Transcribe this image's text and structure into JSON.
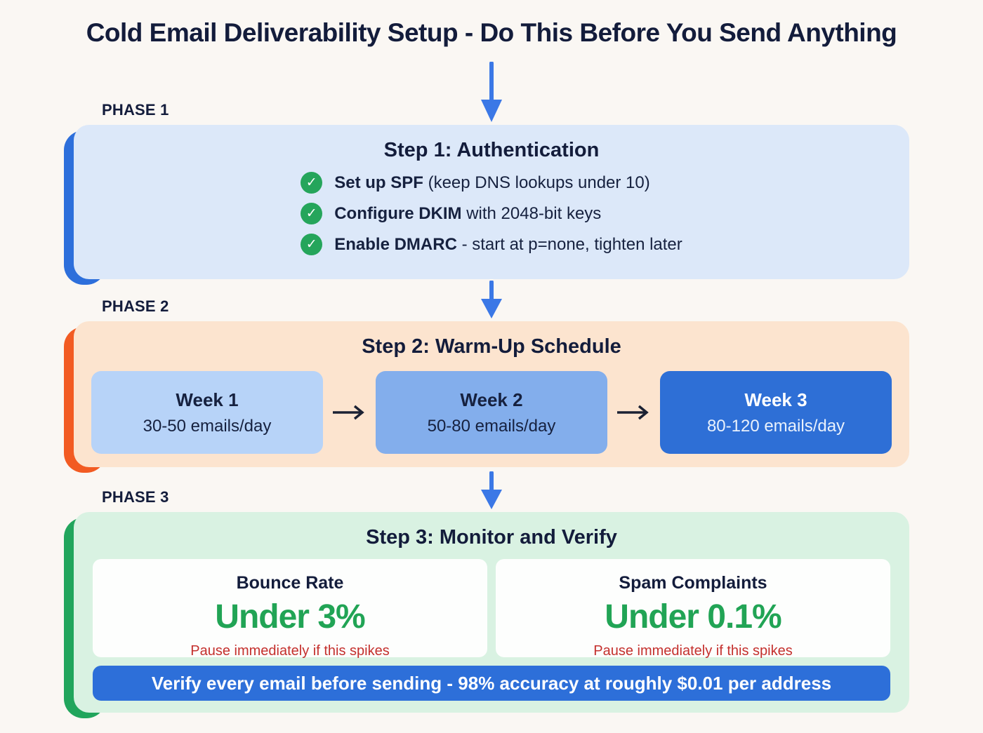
{
  "title": "Cold Email Deliverability Setup - Do This Before You Send Anything",
  "icons": {
    "check": "✓"
  },
  "colors": {
    "background": "#faf7f3",
    "heading_navy": "#131c3b",
    "flow_arrow_blue": "#3b78e6",
    "phase1_bg": "#dce8f9",
    "phase1_accent": "#2d6fdb",
    "phase2_bg": "#fce4cf",
    "phase2_accent": "#f25b22",
    "phase3_bg": "#d9f2e2",
    "phase3_accent": "#21a55c",
    "week1_bg": "#b7d3f8",
    "week2_bg": "#83aeec",
    "week3_bg": "#2e6fd6",
    "check_green": "#25a55b",
    "metric_value_green": "#21a455",
    "caution_red": "#c4302d",
    "banner_blue": "#2d6fd9"
  },
  "phase1": {
    "label": "PHASE 1",
    "heading": "Step 1: Authentication",
    "items": [
      {
        "bold": "Set up SPF",
        "rest": " (keep DNS lookups under 10)"
      },
      {
        "bold": "Configure DKIM",
        "rest": " with 2048-bit keys"
      },
      {
        "bold": "Enable DMARC",
        "rest": " - start at p=none, tighten later"
      }
    ]
  },
  "phase2": {
    "label": "PHASE 2",
    "heading": "Step 2: Warm-Up Schedule",
    "weeks": [
      {
        "title": "Week 1",
        "volume": "30-50 emails/day"
      },
      {
        "title": "Week 2",
        "volume": "50-80 emails/day"
      },
      {
        "title": "Week 3",
        "volume": "80-120 emails/day"
      }
    ]
  },
  "phase3": {
    "label": "PHASE 3",
    "heading": "Step 3: Monitor and Verify",
    "metrics": [
      {
        "title": "Bounce Rate",
        "value": "Under 3%",
        "caution": "Pause immediately if this spikes"
      },
      {
        "title": "Spam Complaints",
        "value": "Under 0.1%",
        "caution": "Pause immediately if this spikes"
      }
    ],
    "banner": "Verify every email before sending - 98% accuracy at roughly $0.01 per address"
  }
}
